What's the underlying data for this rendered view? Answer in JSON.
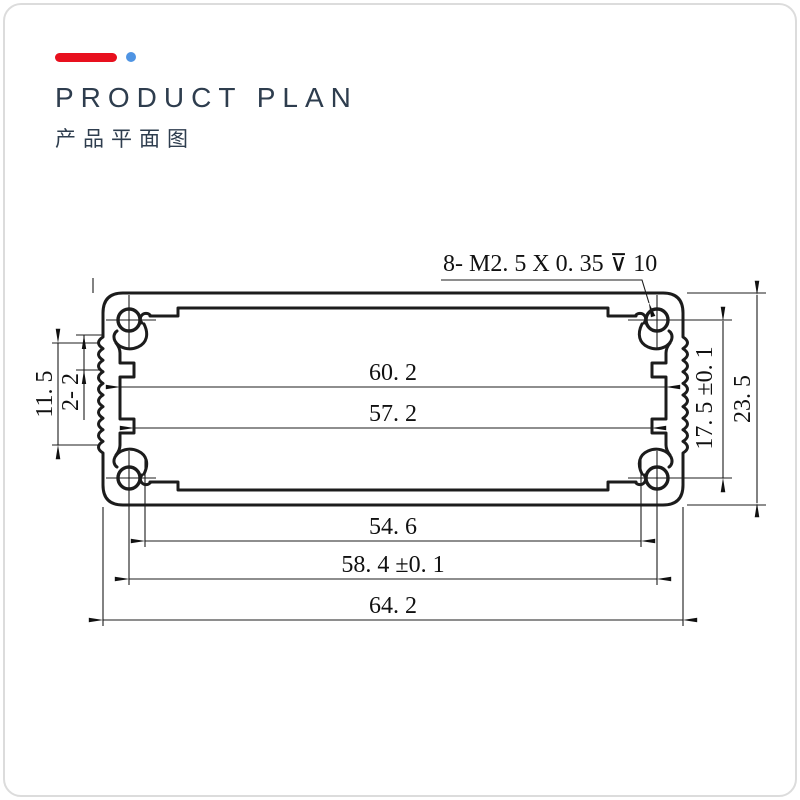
{
  "page": {
    "background": "#ffffff",
    "border_color": "#dcdcdc"
  },
  "header": {
    "accent_bar_color": "#e8101e",
    "accent_dot_color": "#4f94e3",
    "title": "PRODUCT PLAN",
    "subtitle": "产品平面图",
    "text_color": "#2e3d4e"
  },
  "drawing": {
    "line_color": "#1c1c1c",
    "callout": {
      "prefix": "8- M2. 5 X 0. 35 ",
      "depth_symbol": "⊽",
      "suffix": " 10"
    },
    "dimensions": {
      "top_inner_width": "60. 2",
      "rail_slot_width": "57. 2",
      "bottom_inner_width": "54. 6",
      "screw_hole_span_h": "58. 4 ±0. 1",
      "overall_width": "64. 2",
      "side_groove_height": "11. 5",
      "rail_pitch": "2- 2",
      "screw_hole_span_v": "17. 5 ±0. 1",
      "overall_height": "23. 5"
    }
  }
}
